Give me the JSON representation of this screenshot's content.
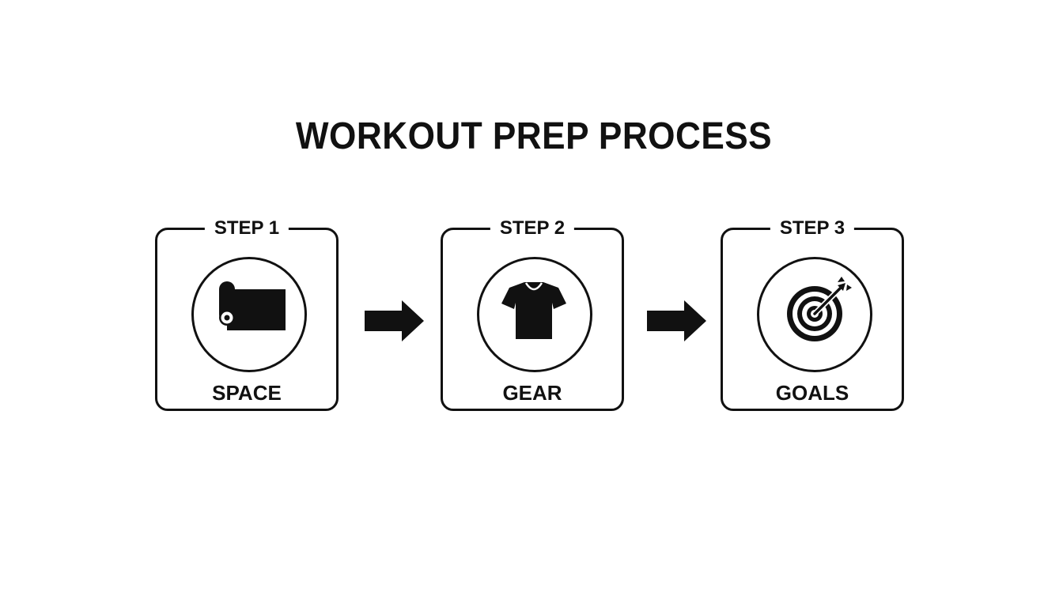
{
  "title": "WORKOUT PREP PROCESS",
  "steps": [
    {
      "label": "STEP 1",
      "name": "SPACE",
      "icon": "yoga-mat-icon"
    },
    {
      "label": "STEP 2",
      "name": "GEAR",
      "icon": "t-shirt-icon"
    },
    {
      "label": "STEP 3",
      "name": "GOALS",
      "icon": "target-icon"
    }
  ],
  "colors": {
    "ink": "#111111",
    "background": "#ffffff"
  }
}
